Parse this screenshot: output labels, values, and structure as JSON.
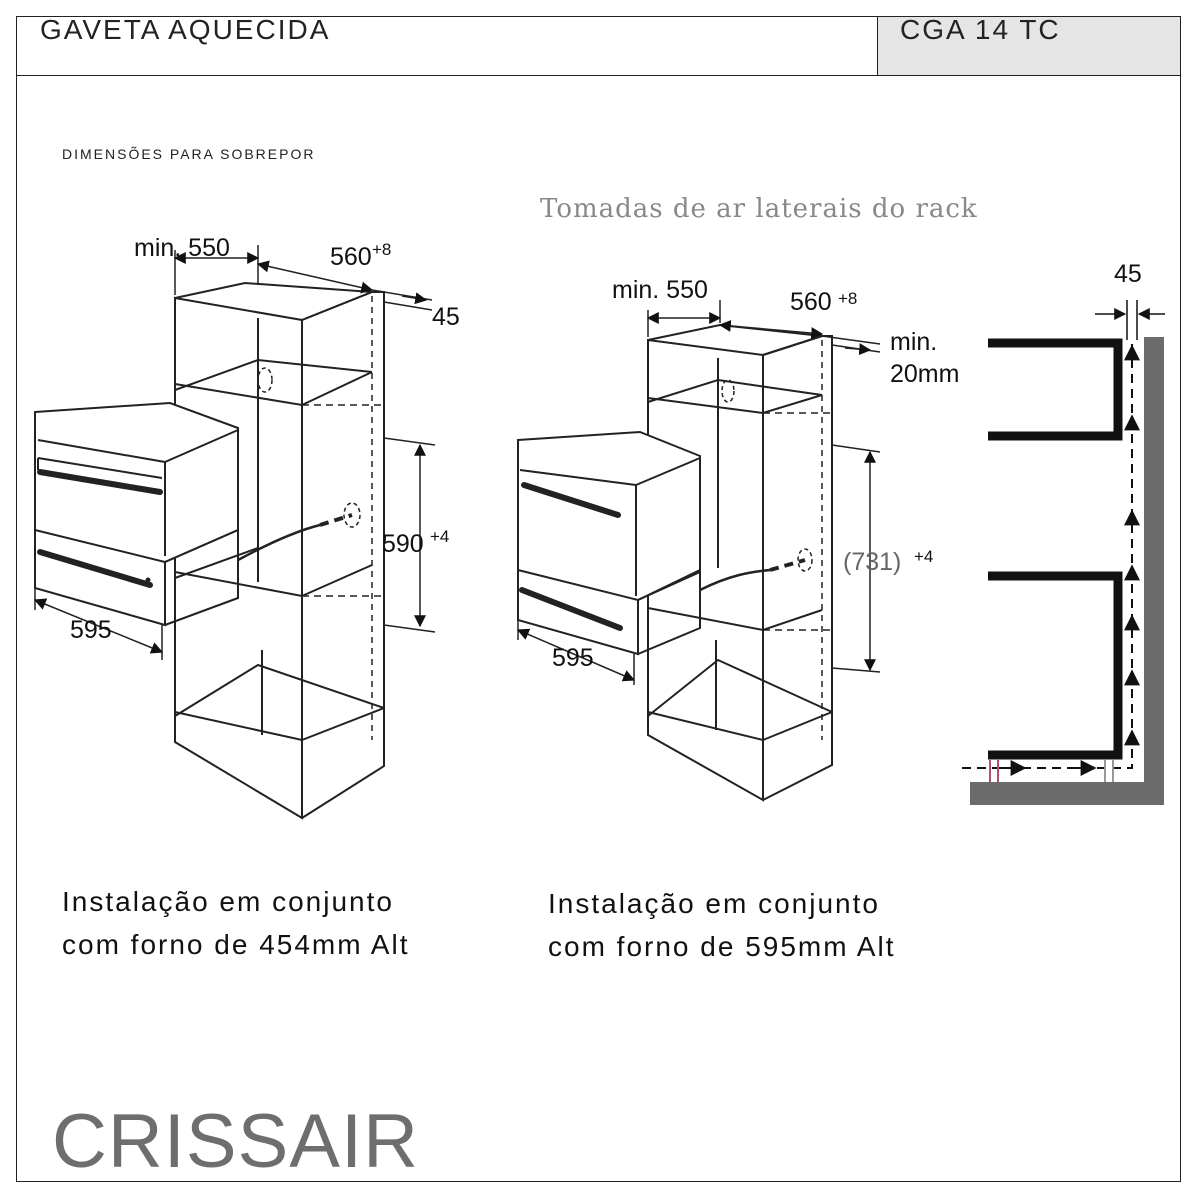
{
  "header": {
    "title": "GAVETA AQUECIDA",
    "model": "CGA 14 TC"
  },
  "subtitle": "DIMENSÕES PARA SOBREPOR",
  "air_note": "Tomadas de ar laterais do rack",
  "diagram1": {
    "min_width_label": "min. 550",
    "depth_label": "560",
    "depth_tol": "+8",
    "gap_label": "45",
    "height_label": "590",
    "height_tol": "+4",
    "width_label": "595",
    "caption_line1": "Instalação em conjunto",
    "caption_line2": "com forno de 454mm Alt"
  },
  "diagram2": {
    "min_width_label": "min. 550",
    "depth_label": "560",
    "depth_tol": "+8",
    "gap_label_line1": "min.",
    "gap_label_line2": "20mm",
    "height_label": "(731)",
    "height_tol": "+4",
    "width_label": "595",
    "caption_line1": "Instalação em conjunto",
    "caption_line2": "com forno de 595mm Alt"
  },
  "section": {
    "gap_label": "45"
  },
  "brand": {
    "logo_text": "CRISSAIR"
  },
  "colors": {
    "frame": "#222222",
    "header_right_bg": "#e5e5e5",
    "logo": "#6e6e6e",
    "wall": "#6b6b6b"
  }
}
